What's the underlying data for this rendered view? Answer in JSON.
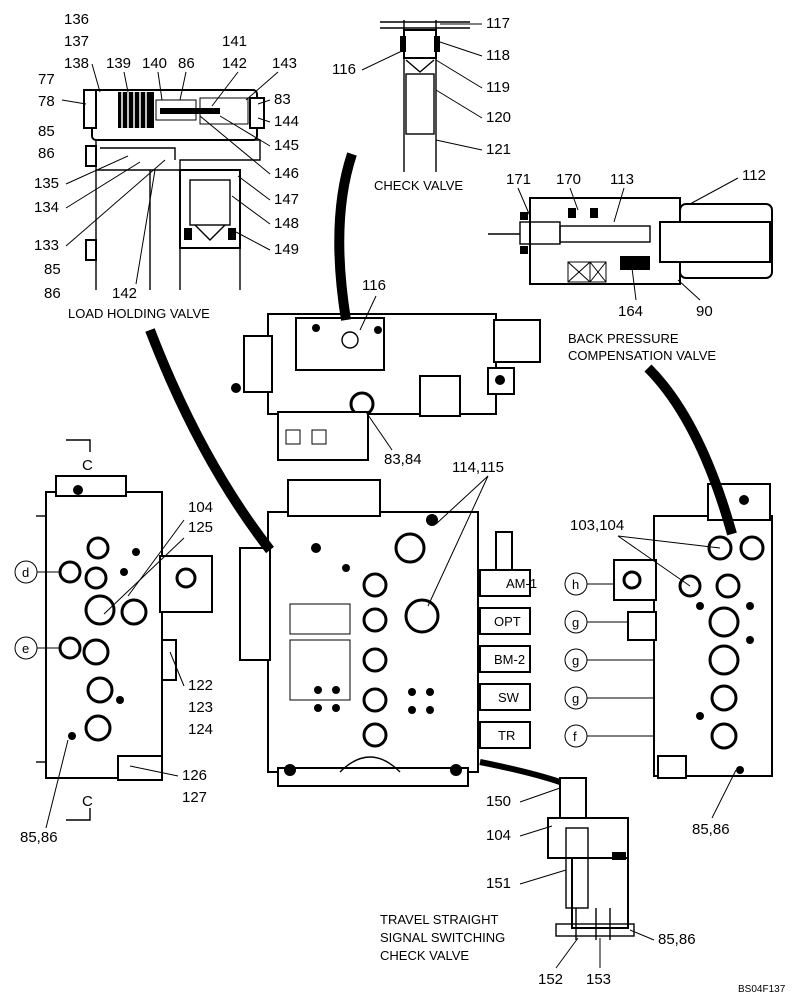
{
  "figure_code": "BS04F137",
  "captions": {
    "load_holding": "LOAD HOLDING VALVE",
    "check": "CHECK VALVE",
    "back_pressure_1": "BACK PRESSURE",
    "back_pressure_2": "COMPENSATION VALVE",
    "travel_1": "TRAVEL STRAIGHT",
    "travel_2": "SIGNAL SWITCHING",
    "travel_3": "CHECK VALVE"
  },
  "section_marks": {
    "c_top": "C",
    "c_bottom": "C"
  },
  "port_labels": {
    "am1": "AM-1",
    "opt": "OPT",
    "bm2": "BM-2",
    "sw": "SW",
    "tr": "TR"
  },
  "circle_tags": {
    "d": "d",
    "e": "e",
    "h": "h",
    "g1": "g",
    "g2": "g",
    "g3": "g",
    "f": "f"
  },
  "callouts": {
    "c136": "136",
    "c137": "137",
    "c138": "138",
    "c139": "139",
    "c140": "140",
    "c86a": "86",
    "c141": "141",
    "c142a": "142",
    "c143": "143",
    "c77": "77",
    "c78": "78",
    "c83": "83",
    "c144": "144",
    "c85a": "85",
    "c145": "145",
    "c86b": "86",
    "c146": "146",
    "c135": "135",
    "c147": "147",
    "c134": "134",
    "c148": "148",
    "c133": "133",
    "c149": "149",
    "c85b": "85",
    "c86c": "86",
    "c142b": "142",
    "c116a": "116",
    "c117": "117",
    "c118": "118",
    "c119": "119",
    "c120": "120",
    "c121": "121",
    "c171": "171",
    "c170": "170",
    "c113": "113",
    "c112": "112",
    "c164": "164",
    "c90": "90",
    "c116b": "116",
    "c83_84": "83,84",
    "c114_115": "114,115",
    "c104a": "104",
    "c125": "125",
    "c103_104": "103,104",
    "c122": "122",
    "c123": "123",
    "c124": "124",
    "c126": "126",
    "c127": "127",
    "c85_86a": "85,86",
    "c85_86b": "85,86",
    "c150": "150",
    "c104b": "104",
    "c151": "151",
    "c85_86c": "85,86",
    "c152": "152",
    "c153": "153"
  }
}
